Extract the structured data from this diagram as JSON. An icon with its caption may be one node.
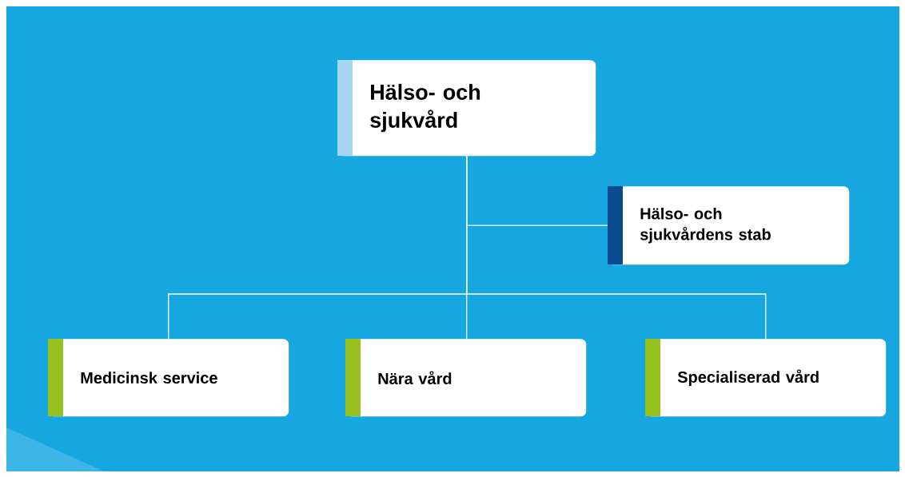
{
  "diagram": {
    "nodes": [
      {
        "text": [
          "Hälso- och sjukvård"
        ]
      },
      {
        "text": [
          "Hälso- och sjukvårdens stab"
        ]
      },
      {
        "text": [
          "Medicinsk service"
        ]
      },
      {
        "text": [
          "Nära vård"
        ]
      },
      {
        "text": [
          "Specialiserad vård"
        ]
      }
    ],
    "edges": [
      {
        "from": 0,
        "to": 1,
        "arrow": "none"
      },
      {
        "from": 0,
        "to": 2,
        "arrow": "none"
      },
      {
        "from": 0,
        "to": 3,
        "arrow": "none"
      },
      {
        "from": 0,
        "to": 4,
        "arrow": "none"
      }
    ]
  }
}
